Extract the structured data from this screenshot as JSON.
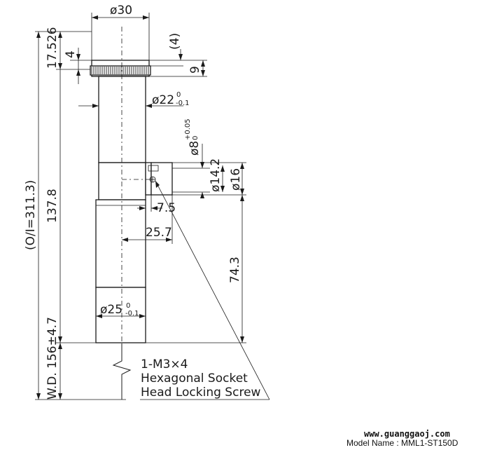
{
  "dimensions": {
    "top_diameter": "ø30",
    "sleeve_diameter": "ø22",
    "sleeve_tol_upper": "0",
    "sleeve_tol_lower": "-0.1",
    "port_diameter": "ø8",
    "port_tol_upper": "+0.05",
    "port_tol_lower": "0",
    "flange_inner": "ø14.2",
    "flange_outer": "ø16",
    "port_offset": "7.5",
    "port_length": "25.7",
    "lower_diameter": "ø25",
    "lower_tol_upper": "0",
    "lower_tol_lower": "-0.1",
    "top_ref": "(4)",
    "top_height": "9",
    "top_offset": "4",
    "top_section": "17.526",
    "body_length": "137.8",
    "overall_length": "(O/I=311.3)",
    "working_distance": "W.D. 156±4.7",
    "port_height": "74.3"
  },
  "note": {
    "line1": "1-M3×4",
    "line2": "Hexagonal Socket",
    "line3": "Head Locking Screw"
  },
  "footer": {
    "watermark": "www.guanggaoj.com",
    "model_name": "Model Name : MML1-ST150D"
  }
}
